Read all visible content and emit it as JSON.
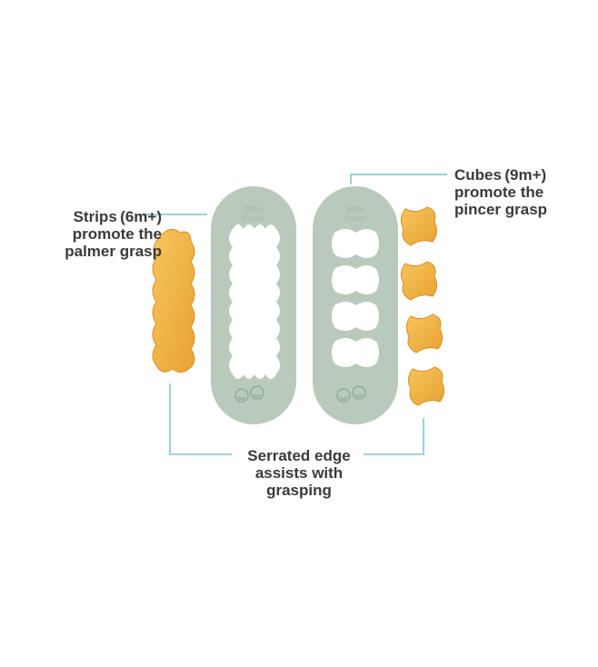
{
  "callouts": {
    "strips": [
      "Strips (6m+)",
      "promote the",
      "palmer grasp"
    ],
    "cubes": [
      "Cubes (9m+)",
      "promote the",
      "pincer grasp"
    ],
    "serrated": [
      "Serrated edge",
      "assists with",
      "grasping"
    ]
  },
  "cutters": {
    "left": {
      "age": "6m+",
      "brand": "Foods"
    },
    "right": {
      "age": "9m+",
      "brand": "Foods"
    }
  },
  "colors": {
    "cutter": "#b9c9bb",
    "cutter_edge": "#aabdad",
    "food": "#f1b64b",
    "food_dark": "#e39a2a",
    "connector": "#9bd3d6",
    "text": "#3a3a3a"
  }
}
